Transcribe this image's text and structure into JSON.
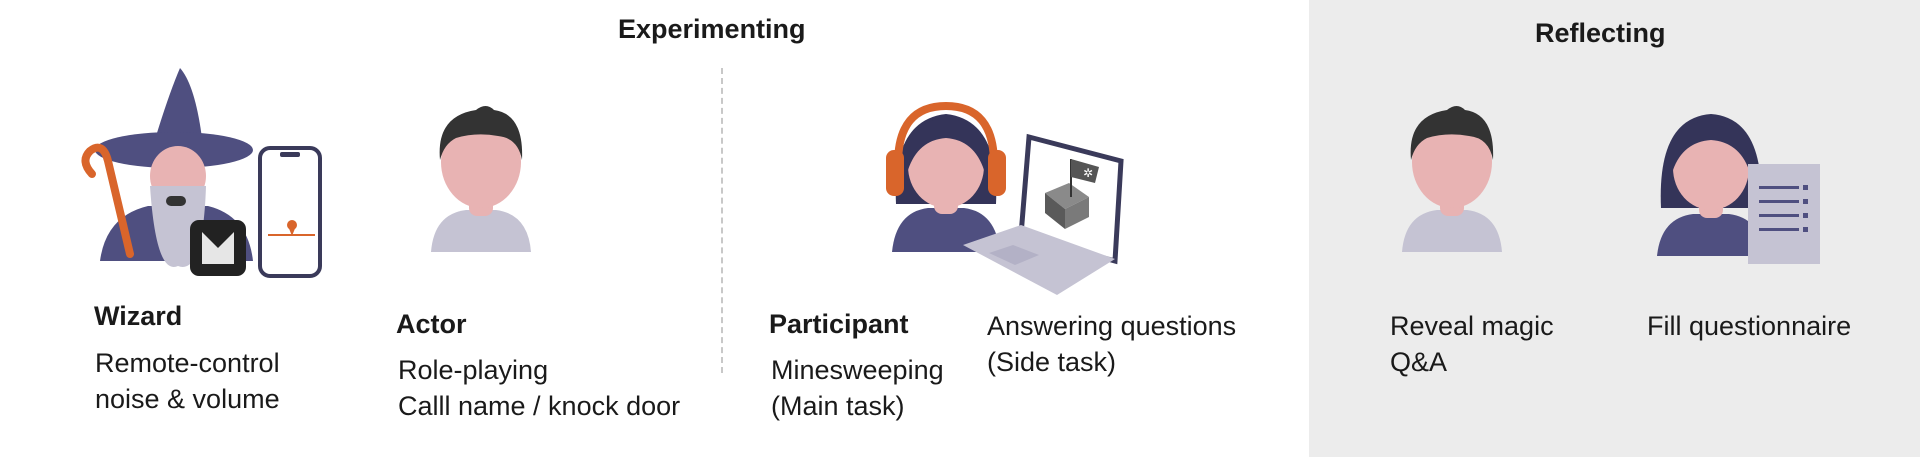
{
  "sections": {
    "experimenting_title": "Experimenting",
    "reflecting_title": "Reflecting"
  },
  "roles": {
    "wizard": {
      "title": "Wizard",
      "desc": [
        "Remote-control",
        "noise & volume"
      ],
      "icon": "wizard-icon"
    },
    "actor": {
      "title": "Actor",
      "desc": [
        "Role-playing",
        "Calll name / knock door"
      ],
      "icon": "person-icon"
    },
    "participant": {
      "title": "Participant",
      "desc": [
        "Minesweeping",
        "(Main task)"
      ],
      "icon": "headphones-woman-icon"
    },
    "side_task": {
      "desc": [
        "Answering questions",
        "(Side task)"
      ],
      "icon": "laptop-minesweeper-icon"
    },
    "reveal": {
      "desc": [
        "Reveal magic",
        "Q&A"
      ],
      "icon": "person-icon"
    },
    "questionnaire": {
      "desc": [
        "Fill questionnaire"
      ],
      "icon": "questionnaire-icon"
    }
  },
  "colors": {
    "skin": "#e8b3b3",
    "hair_dark": "#333333",
    "shirt_gray": "#c5c3d3",
    "navy": "#4f4f80",
    "orange": "#d9652b",
    "reflect_bg": "#ececec"
  }
}
